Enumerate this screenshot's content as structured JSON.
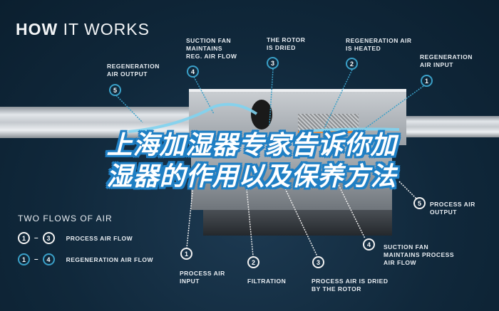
{
  "header": {
    "title_bold": "HOW",
    "title_rest": " IT WORKS"
  },
  "headline": {
    "line1": "上海加湿器专家告诉你加",
    "line2": "湿器的作用以及保养方法"
  },
  "colors": {
    "background": "#10283b",
    "regeneration_accent": "#3aa0c8",
    "process_accent": "#f2f2f2",
    "headline_outline": "#1f7fc4"
  },
  "top_callouts": [
    {
      "num": "5",
      "label": "REGENERATION\nAIR OUTPUT"
    },
    {
      "num": "4",
      "label": "SUCTION FAN\nMAINTAINS\nREG. AIR FLOW"
    },
    {
      "num": "3",
      "label": "THE ROTOR\nIS DRIED"
    },
    {
      "num": "2",
      "label": "REGENERATION AIR\nIS HEATED"
    },
    {
      "num": "1",
      "label": "REGENERATION\nAIR INPUT"
    }
  ],
  "bottom_callouts": [
    {
      "num": "1",
      "label": "PROCESS AIR\nINPUT"
    },
    {
      "num": "2",
      "label": "FILTRATION"
    },
    {
      "num": "3",
      "label": "PROCESS AIR IS DRIED\nBY THE ROTOR"
    },
    {
      "num": "4",
      "label": "SUCTION FAN\nMAINTAINS PROCESS\nAIR FLOW"
    },
    {
      "num": "5",
      "label": "PROCESS AIR\nOUTPUT"
    }
  ],
  "legend": {
    "title": "TWO FLOWS OF AIR",
    "rows": [
      {
        "from": "1",
        "to": "3",
        "dash": "–",
        "label": "PROCESS AIR FLOW",
        "style": "white"
      },
      {
        "from": "1",
        "to": "4",
        "dash": "–",
        "label": "REGENERATION AIR FLOW",
        "style": "blue"
      }
    ]
  }
}
